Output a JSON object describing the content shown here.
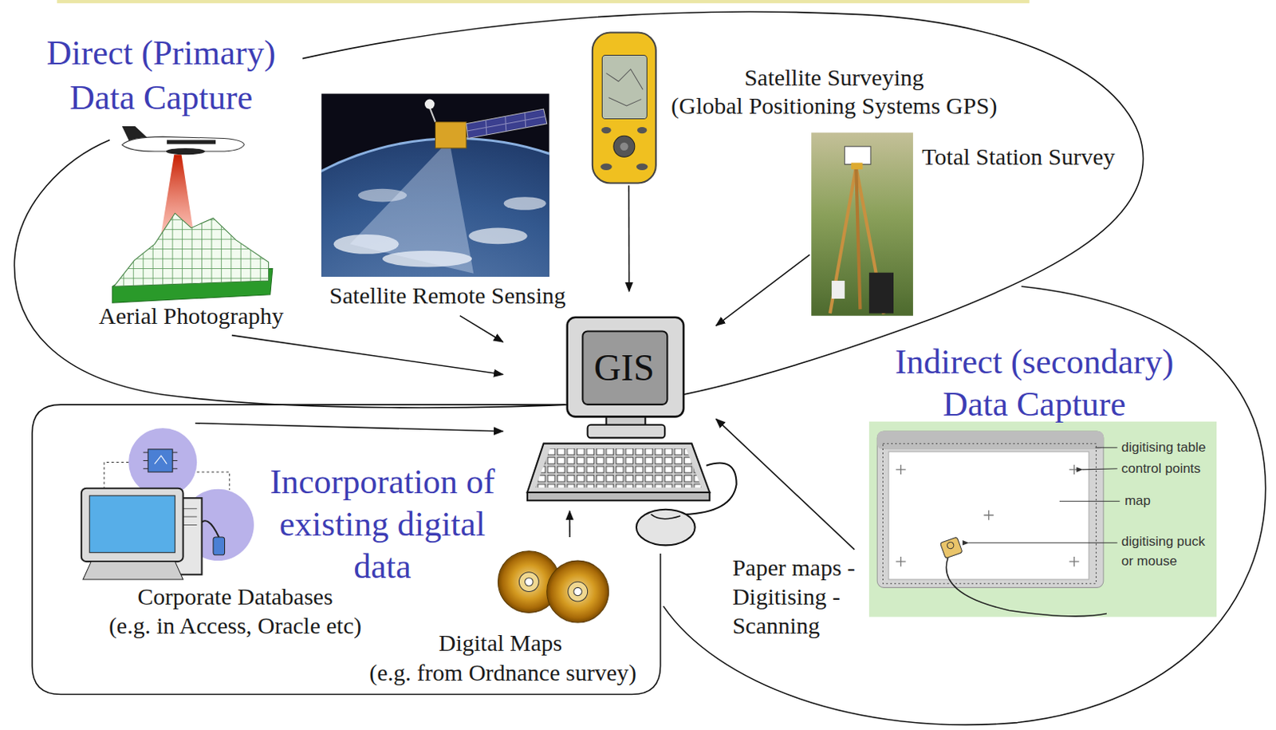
{
  "diagram": {
    "nodes": [
      {
        "text": [
          "Direct (Primary) Data Capture"
        ]
      },
      {
        "text": [
          "Aerial Photography"
        ],
        "in": 0
      },
      {
        "text": [
          "Satellite Remote Sensing"
        ],
        "in": 0
      },
      {
        "text": [
          "Satellite Surveying",
          "(Global Positioning Systems GPS)"
        ],
        "in": 0
      },
      {
        "text": [
          "Total Station Survey"
        ],
        "in": 0
      },
      {
        "text": [
          "GIS"
        ]
      },
      {
        "text": [
          "Indirect (secondary) Data Capture"
        ]
      },
      {
        "text": [
          "Paper maps -Digitising -Scanning"
        ],
        "in": 6
      },
      {
        "text": [
          "Incorporation of existing digital data"
        ]
      },
      {
        "text": [
          "Corporate Databases",
          "(e.g. in Access, Oracle etc)"
        ],
        "in": 8
      },
      {
        "text": [
          "Digital Maps",
          "(e.g. from Ordnance survey)"
        ],
        "in": 8
      }
    ],
    "edges": [
      {
        "from": 1,
        "to": 5,
        "arrow": "to"
      },
      {
        "from": 2,
        "to": 5,
        "arrow": "to"
      },
      {
        "from": 3,
        "to": 5,
        "arrow": "to"
      },
      {
        "from": 4,
        "to": 5,
        "arrow": "to"
      },
      {
        "from": 7,
        "to": 5,
        "arrow": "to"
      },
      {
        "from": 9,
        "to": 5,
        "arrow": "to"
      },
      {
        "from": 10,
        "to": 5,
        "arrow": "to"
      }
    ],
    "labels": [
      "digitising table",
      "control points",
      "map",
      "digitising puck or mouse"
    ]
  }
}
